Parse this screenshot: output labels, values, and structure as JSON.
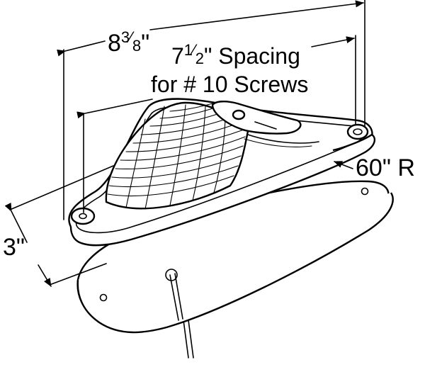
{
  "labels": {
    "length_whole": "8",
    "length_num": "3",
    "length_den": "8",
    "length_unit": "\"",
    "spacing_whole": "7",
    "spacing_num": "1",
    "spacing_den": "2",
    "spacing_rest": "\" Spacing",
    "spacing_line2": "for # 10 Screws",
    "radius": "60\" R",
    "width": "3\""
  },
  "icons": [
    "arrowhead",
    "screw-hole",
    "lens",
    "mounting-gasket",
    "wire-lead"
  ],
  "colors": {
    "line": "#000000",
    "background": "#ffffff"
  }
}
